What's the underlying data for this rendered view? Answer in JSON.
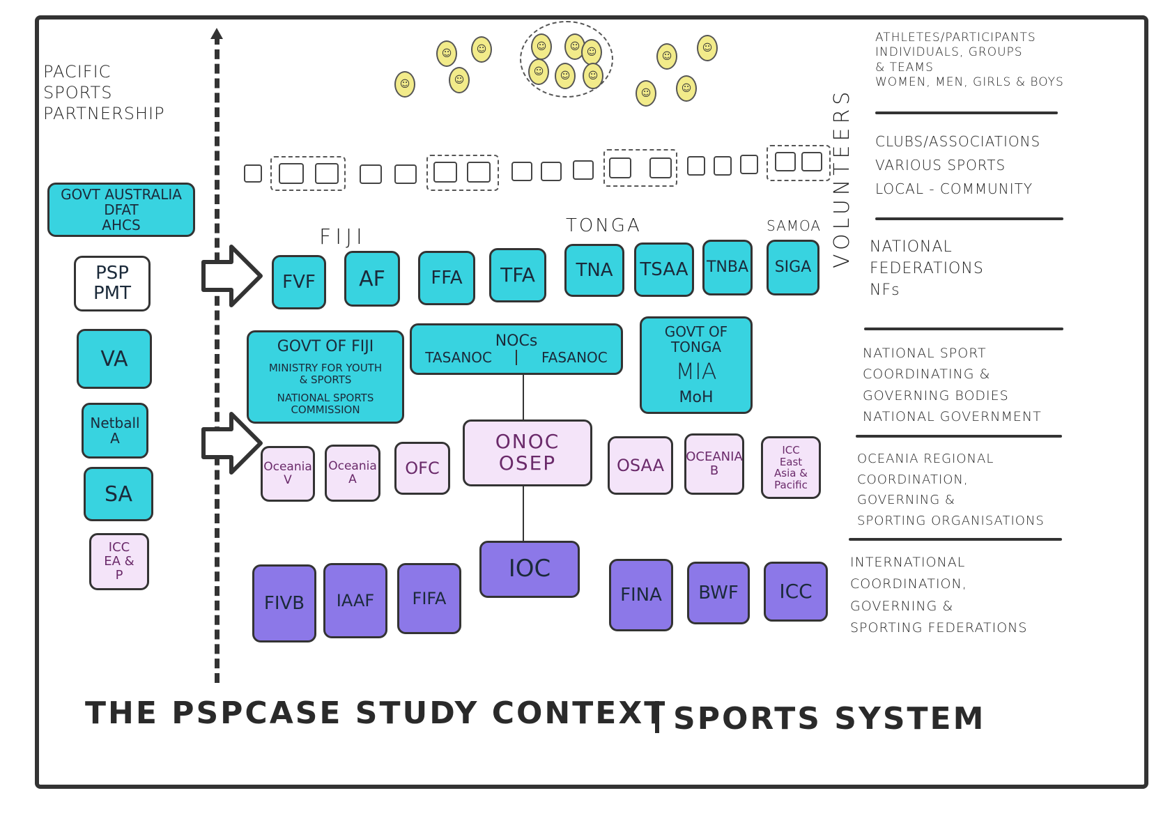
{
  "title": "THE PSPCASE STUDY CONTEXT",
  "title_right": "SPORTS SYSTEM",
  "left_header": "PACIFIC\nSPORTS\nPARTNERSHIP",
  "left_boxes": [
    {
      "text": "GOVT AUSTRALIA\nDFAT\nAHCS",
      "color": "#38d3e0"
    },
    {
      "text": "PSP\nPMT",
      "color": "#ffffff"
    },
    {
      "text": "VA",
      "color": "#38d3e0"
    },
    {
      "text": "Netball\nA",
      "color": "#38d3e0"
    },
    {
      "text": "SA",
      "color": "#38d3e0"
    },
    {
      "text": "ICC\nEA &\nP",
      "color": "#f4e4f9"
    }
  ],
  "countries": {
    "fiji": "FIJI",
    "tonga": "TONGA",
    "samoa": "SAMOA"
  },
  "volunteers": "VOLUNTEERS",
  "nf_boxes": [
    "FVF",
    "AF",
    "FFA",
    "TFA",
    "TNA",
    "TSAA",
    "TNBA",
    "SIGA"
  ],
  "govt_fiji": {
    "title": "GOVT OF FIJI",
    "line1": "MINISTRY FOR YOUTH\n& SPORTS",
    "line2": "NATIONAL SPORTS\nCOMMISSION"
  },
  "nocs": {
    "title": "NOCs",
    "left": "TASANOC",
    "right": "FASANOC"
  },
  "govt_tonga": {
    "title": "GOVT OF\nTONGA",
    "line1": "MIA",
    "line2": "MoH"
  },
  "regional_boxes": [
    {
      "text": "Oceania\nV"
    },
    {
      "text": "Oceania\nA"
    },
    {
      "text": "OFC"
    },
    {
      "text": "ONOC\nOSEP"
    },
    {
      "text": "OSAA"
    },
    {
      "text": "OCEANIA\nB"
    },
    {
      "text": "ICC\nEast\nAsia &\nPacific"
    }
  ],
  "international_boxes": [
    "FIVB",
    "IAAF",
    "FIFA",
    "IOC",
    "FINA",
    "BWF",
    "ICC"
  ],
  "right_labels": {
    "athletes": "ATHLETES/PARTICIPANTS\nINDIVIDUALS, GROUPS\n& TEAMS\nWOMEN, MEN, GIRLS & BOYS",
    "clubs": "CLUBS/ASSOCIATIONS\nVARIOUS SPORTS\nLOCAL - COMMUNITY",
    "national_fed": "NATIONAL\nFEDERATIONS\nNFs",
    "national_sport": "NATIONAL SPORT\nCOORDINATING &\nGOVERNING BODIES\nNATIONAL GOVERNMENT",
    "oceania": "OCEANIA REGIONAL\nCOORDINATION,\nGOVERNING &\nSPORTING ORGANISATIONS",
    "international": "INTERNATIONAL\nCOORDINATION,\nGOVERNING &\nSPORTING FEDERATIONS"
  },
  "colors": {
    "cyan": "#38d3e0",
    "pink": "#f4e4f9",
    "purple": "#8c78e8",
    "face": "#f2eb8a",
    "ink": "#333333"
  },
  "face_icon": "smiley-face-icon"
}
